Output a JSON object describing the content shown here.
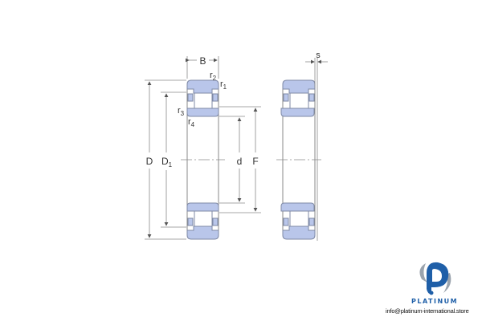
{
  "drawing": {
    "title": "Cylindrical roller bearing dimension drawing",
    "labels": {
      "B": "B",
      "r1": "r",
      "r1_sub": "1",
      "r2": "r",
      "r2_sub": "2",
      "r3": "r",
      "r3_sub": "3",
      "r4": "r",
      "r4_sub": "4",
      "D": "D",
      "D1": "D",
      "D1_sub": "1",
      "d": "d",
      "F": "F",
      "s": "s"
    },
    "colors": {
      "ring_fill": "#b9c6ea",
      "ring_stroke": "#7f8aa6",
      "line": "#8a8a8a",
      "text": "#333333"
    }
  },
  "logo": {
    "brand": "PLATINUM",
    "contact": "info@platinum-international.store",
    "primary_color": "#1f5fa8",
    "secondary_color": "#9aa3ad"
  }
}
